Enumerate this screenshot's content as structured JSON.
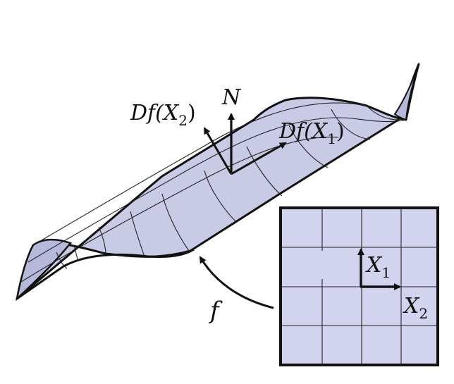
{
  "labels": {
    "normal": "N",
    "df_x2_prefix": "Df(X",
    "df_x2_sub": "2",
    "df_x2_suffix": ")",
    "df_x1_prefix": "Df(X",
    "df_x1_sub": "1",
    "df_x1_suffix": ")",
    "map": "f",
    "x1_base": "X",
    "x1_sub": "1",
    "x2_base": "X",
    "x2_sub": "2"
  },
  "colors": {
    "surface_fill": "#c9cbe8",
    "surface_fill_dark": "#b7b9de",
    "grid_fill": "#d2d3ee",
    "stroke": "#111111"
  }
}
